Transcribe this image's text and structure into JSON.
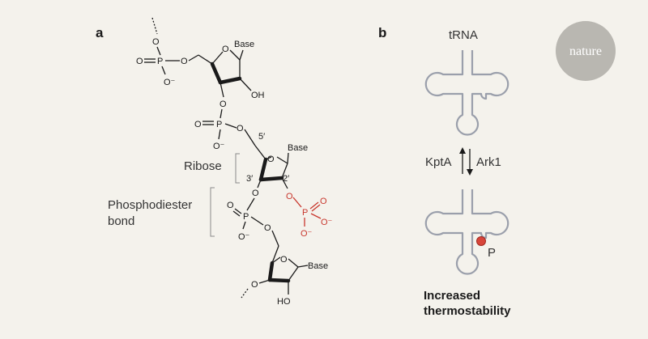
{
  "panels": {
    "a": "a",
    "b": "b"
  },
  "logo": {
    "text": "nature",
    "color": "#b9b7b1"
  },
  "colors": {
    "accent_red": "#c8372d",
    "trna_outline": "#9a9fab",
    "background": "#f4f2ec"
  },
  "chem": {
    "o": "O",
    "o_minus": "O⁻",
    "p": "P",
    "base": "Base",
    "oh": "OH",
    "ho": "HO",
    "five_prime": "5′",
    "three_prime": "3′",
    "two_prime": "2′"
  },
  "labels": {
    "ribose": "Ribose",
    "phosphodiester_line1": "Phosphodiester",
    "phosphodiester_line2": "bond"
  },
  "panel_b": {
    "trna_label": "tRNA",
    "enzyme_left": "KptA",
    "enzyme_right": "Ark1",
    "phosphate_label": "P",
    "result_line1": "Increased",
    "result_line2": "thermostability"
  }
}
